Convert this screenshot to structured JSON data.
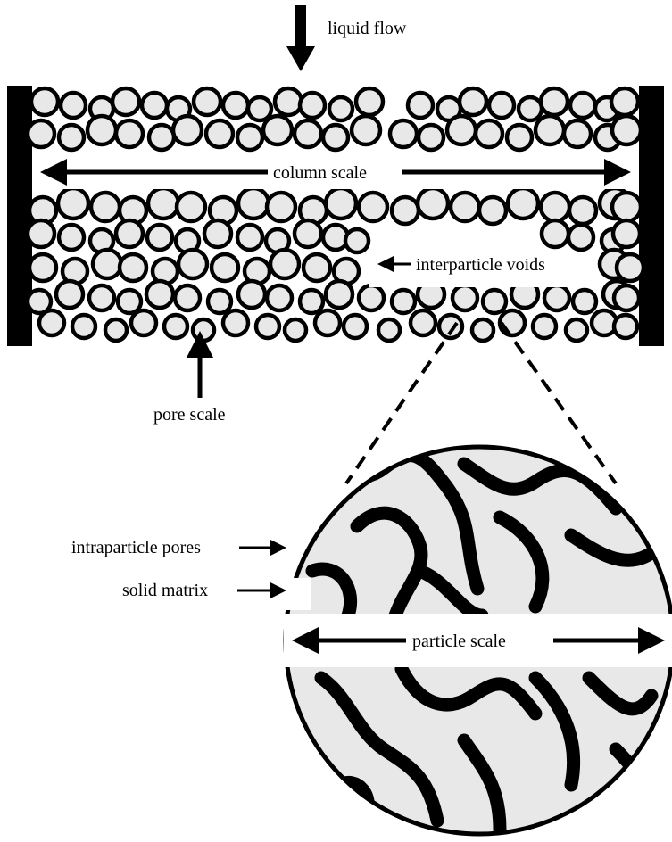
{
  "labels": {
    "liquid_flow": "liquid flow",
    "column_scale": "column scale",
    "interparticle_voids": "interparticle voids",
    "pore_scale": "pore scale",
    "intraparticle_pores": "intraparticle pores",
    "solid_matrix": "solid matrix",
    "particle_scale": "particle scale"
  },
  "colors": {
    "particle_fill": "#e8e8e8",
    "outline": "#000000",
    "background": "#ffffff"
  }
}
